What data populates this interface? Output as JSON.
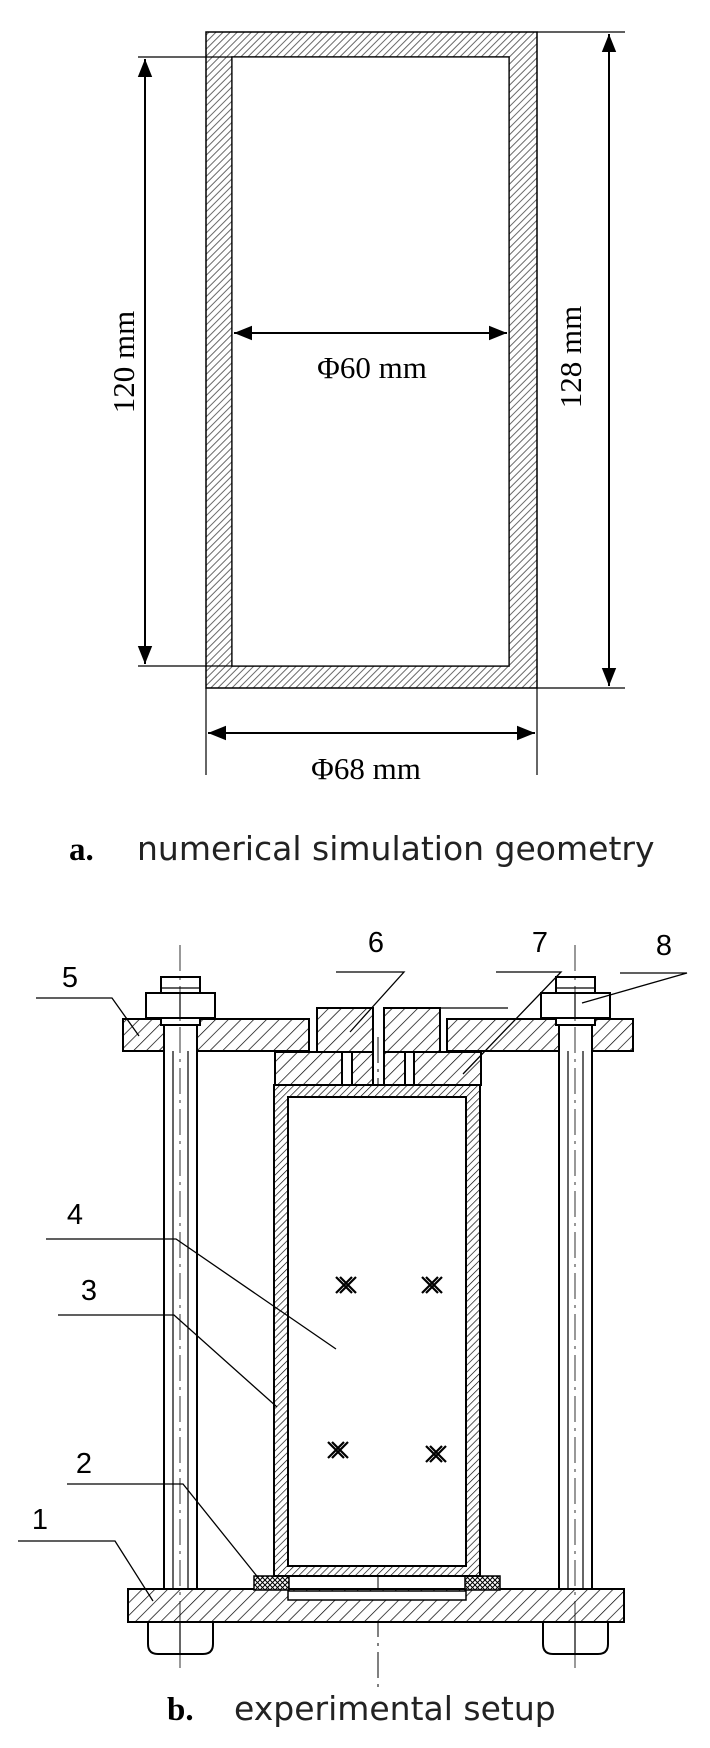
{
  "panel_a": {
    "dimensions": {
      "height_inner": "120 mm",
      "height_outer": "128 mm",
      "diameter_inner": "Φ60 mm",
      "diameter_outer": "Φ68 mm"
    },
    "caption": {
      "letter": "a.",
      "text": "numerical simulation geometry"
    }
  },
  "panel_b": {
    "labels": [
      "1",
      "2",
      "3",
      "4",
      "5",
      "6",
      "7",
      "8"
    ],
    "caption": {
      "letter": "b.",
      "text": "experimental setup"
    }
  }
}
